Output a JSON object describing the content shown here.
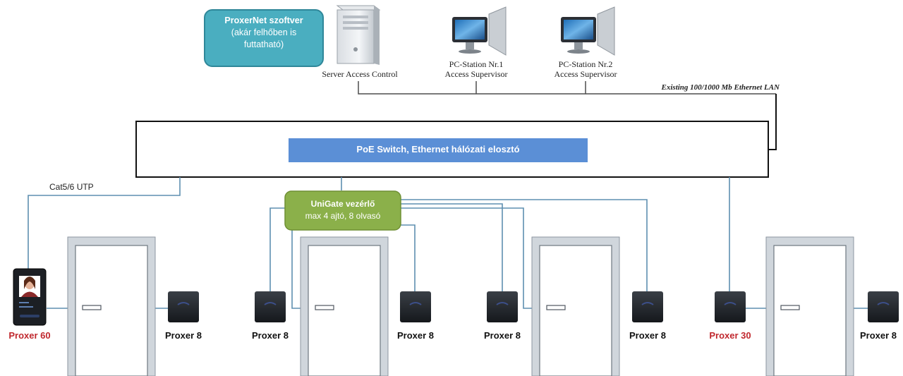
{
  "software_box": {
    "title": "ProxerNet szoftver",
    "line2": "(akár felhőben is",
    "line3": "futtatható)",
    "fill": "#4aaec0"
  },
  "server": {
    "label": "Server Access Control",
    "icon": "server-tower-icon"
  },
  "stations": [
    {
      "line1": "PC-Station Nr.1",
      "line2": "Access Supervisor",
      "icon": "desktop-monitor-icon"
    },
    {
      "line1": "PC-Station Nr.2",
      "line2": "Access Supervisor",
      "icon": "desktop-monitor-icon"
    }
  ],
  "lan_label": "Existing 100/1000 Mb Ethernet LAN",
  "switch": {
    "label": "PoE  Switch, Ethernet hálózati elosztó",
    "fill": "#5b8fd6"
  },
  "cable_label": "Cat5/6 UTP",
  "controller": {
    "title": "UniGate vezérlő",
    "subtitle": "max 4 ajtó, 8 olvasó",
    "fill": "#8bb04a"
  },
  "devices": [
    {
      "label": "Proxer 60",
      "accent": true
    },
    {
      "label": "Proxer 8",
      "accent": false
    },
    {
      "label": "Proxer 8",
      "accent": false
    },
    {
      "label": "Proxer 8",
      "accent": false
    },
    {
      "label": "Proxer 8",
      "accent": false
    },
    {
      "label": "Proxer 8",
      "accent": false
    },
    {
      "label": "Proxer 30",
      "accent": true
    },
    {
      "label": "Proxer 8",
      "accent": false
    }
  ],
  "colors": {
    "wire": "#5e8fb0",
    "accent_label": "#c0272d",
    "door_frame": "#b3bcc4"
  }
}
